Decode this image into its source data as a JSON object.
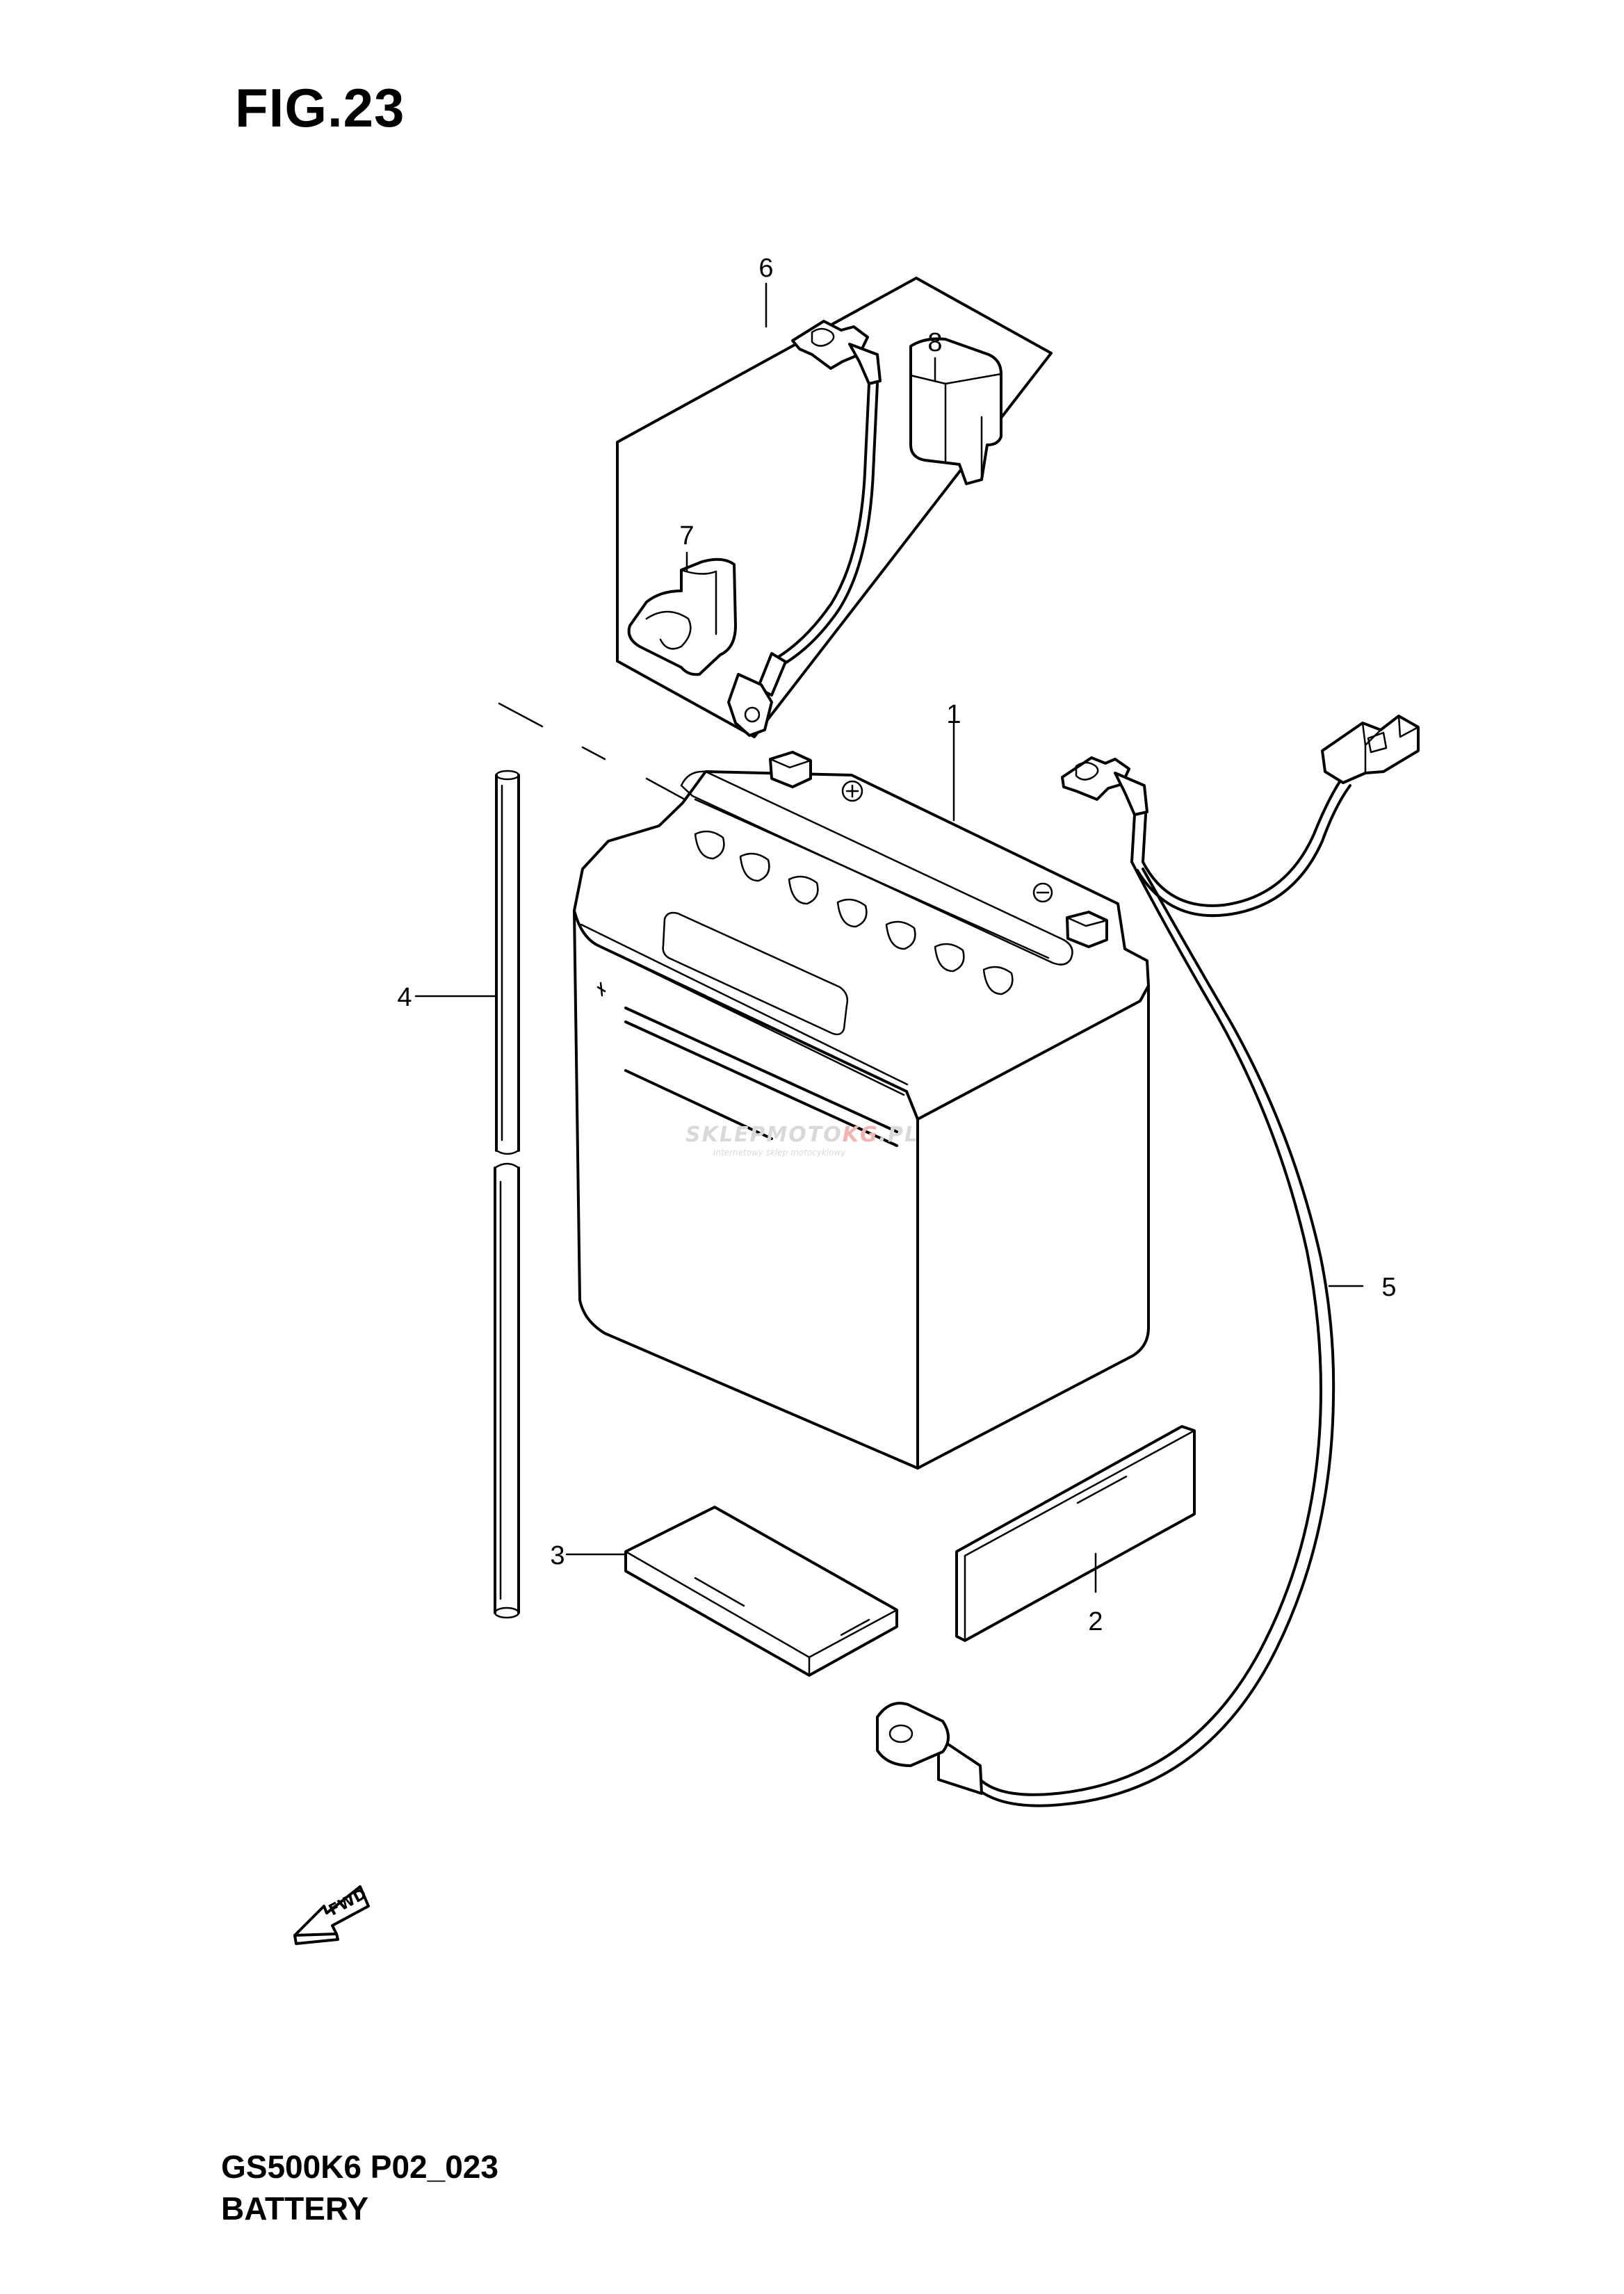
{
  "figure_title": "FIG.23",
  "model_code": "GS500K6 P02_023",
  "section_name": "BATTERY",
  "callouts": [
    {
      "label": "1",
      "part": "battery"
    },
    {
      "label": "2",
      "part": "pad"
    },
    {
      "label": "3",
      "part": "spacer"
    },
    {
      "label": "4",
      "part": "breather-hose"
    },
    {
      "label": "5",
      "part": "ground-lead-wire"
    },
    {
      "label": "6",
      "part": "starter-motor-lead-wire-set"
    },
    {
      "label": "7",
      "part": "terminal-cover"
    },
    {
      "label": "8",
      "part": "terminal-cover"
    }
  ],
  "watermark": {
    "main": "SKLEPMOTO",
    "accent": "KG",
    "suffix": ".PL",
    "sub": "internetowy sklep motocyklowy"
  },
  "fwd_label": "FWD",
  "colors": {
    "line": "#000000",
    "background": "#ffffff",
    "watermark_grey": "#d9d9d9",
    "watermark_red": "#f3b3b3"
  }
}
